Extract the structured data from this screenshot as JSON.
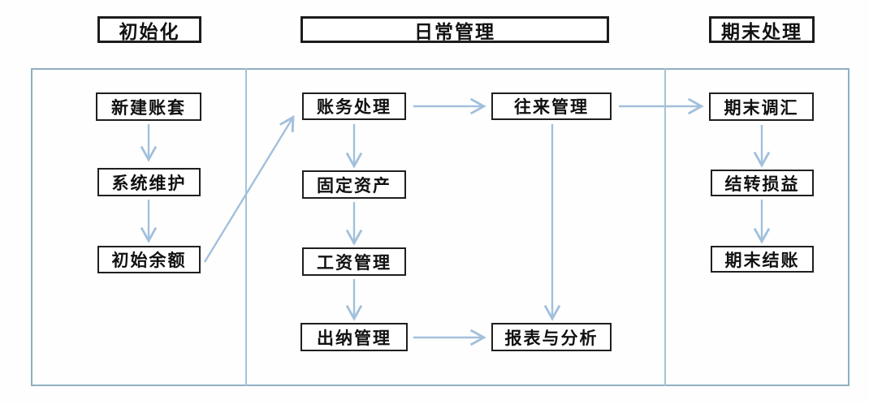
{
  "sections": {
    "initialization": {
      "title": "初始化",
      "nodes": [
        "新建账套",
        "系统维护",
        "初始余额"
      ]
    },
    "daily": {
      "title": "日常管理",
      "left_nodes": [
        "账务处理",
        "固定资产",
        "工资管理",
        "出纳管理"
      ],
      "right_nodes": [
        "往来管理",
        "报表与分析"
      ]
    },
    "period_end": {
      "title": "期末处理",
      "nodes": [
        "期末调汇",
        "结转损益",
        "期末结账"
      ]
    }
  },
  "connections": [
    {
      "from": "新建账套",
      "to": "系统维护",
      "direction": "down"
    },
    {
      "from": "系统维护",
      "to": "初始余额",
      "direction": "down"
    },
    {
      "from": "初始余额",
      "to": "账务处理",
      "direction": "diagonal-up-right"
    },
    {
      "from": "账务处理",
      "to": "往来管理",
      "direction": "right"
    },
    {
      "from": "账务处理",
      "to": "固定资产",
      "direction": "down"
    },
    {
      "from": "固定资产",
      "to": "工资管理",
      "direction": "down"
    },
    {
      "from": "工资管理",
      "to": "出纳管理",
      "direction": "down"
    },
    {
      "from": "出纳管理",
      "to": "报表与分析",
      "direction": "right"
    },
    {
      "from": "往来管理",
      "to": "报表与分析",
      "direction": "down"
    },
    {
      "from": "往来管理",
      "to": "期末调汇",
      "direction": "right"
    },
    {
      "from": "期末调汇",
      "to": "结转损益",
      "direction": "down"
    },
    {
      "from": "结转损益",
      "to": "期末结账",
      "direction": "down"
    }
  ],
  "colors": {
    "arrow": "#a2c0dc",
    "container_border": "#8fafc2",
    "divider": "#a5c3d9",
    "node_border": "#1f1f1f"
  }
}
